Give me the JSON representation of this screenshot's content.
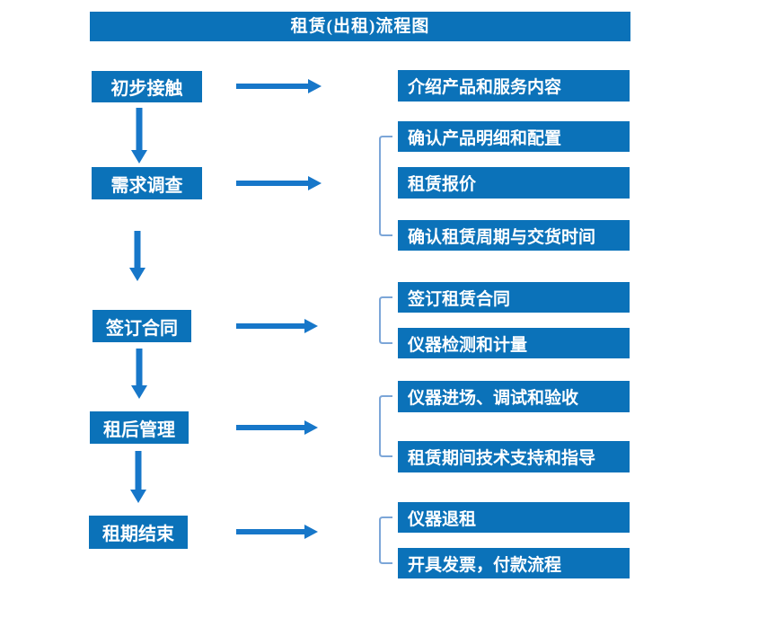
{
  "title": "租赁(出租)流程图",
  "colors": {
    "box_blue": "#0b72b9",
    "arrow_blue": "#1777c9",
    "bracket_blue": "#7ca6d8",
    "text_white": "#ffffff"
  },
  "flow": [
    {
      "step": "初步接触",
      "details": [
        "介绍产品和服务内容"
      ]
    },
    {
      "step": "需求调查",
      "details": [
        "确认产品明细和配置",
        "租赁报价",
        "确认租赁周期与交货时间"
      ]
    },
    {
      "step": "签订合同",
      "details": [
        "签订租赁合同",
        "仪器检测和计量"
      ]
    },
    {
      "step": "租后管理",
      "details": [
        "仪器进场、调试和验收",
        "租赁期间技术支持和指导"
      ]
    },
    {
      "step": "租期结束",
      "details": [
        "仪器退租",
        "开具发票，付款流程"
      ]
    }
  ]
}
